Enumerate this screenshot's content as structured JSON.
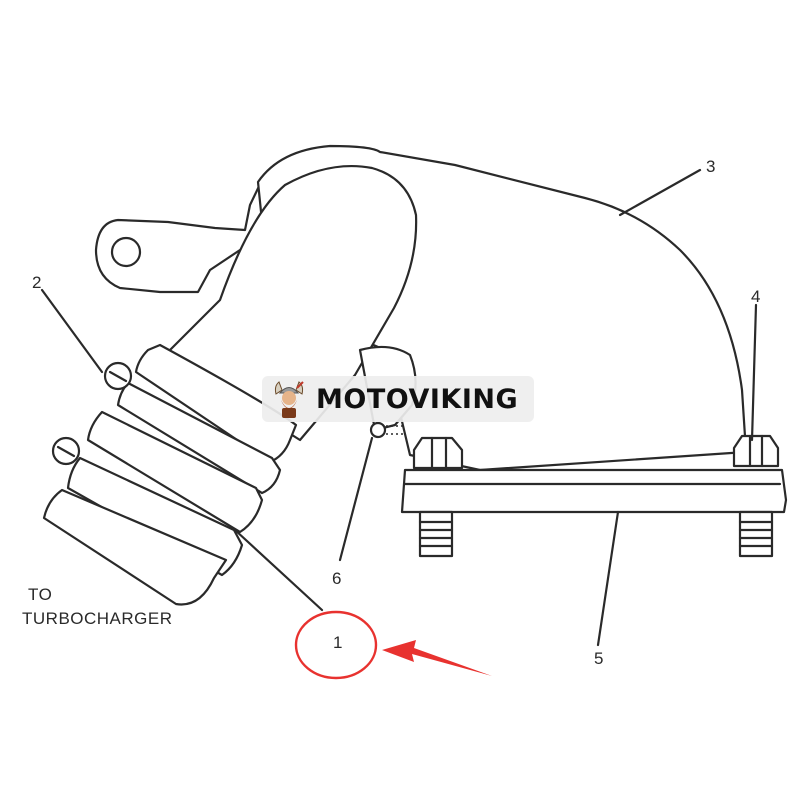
{
  "diagram": {
    "callouts": [
      "1",
      "2",
      "3",
      "4",
      "5",
      "6"
    ],
    "side_label_line1": "TO",
    "side_label_line2": "TURBOCHARGER",
    "highlight_color": "#e8322f"
  },
  "watermark": {
    "text": "MOTOVIKING",
    "logo": "viking-mascot-icon"
  }
}
